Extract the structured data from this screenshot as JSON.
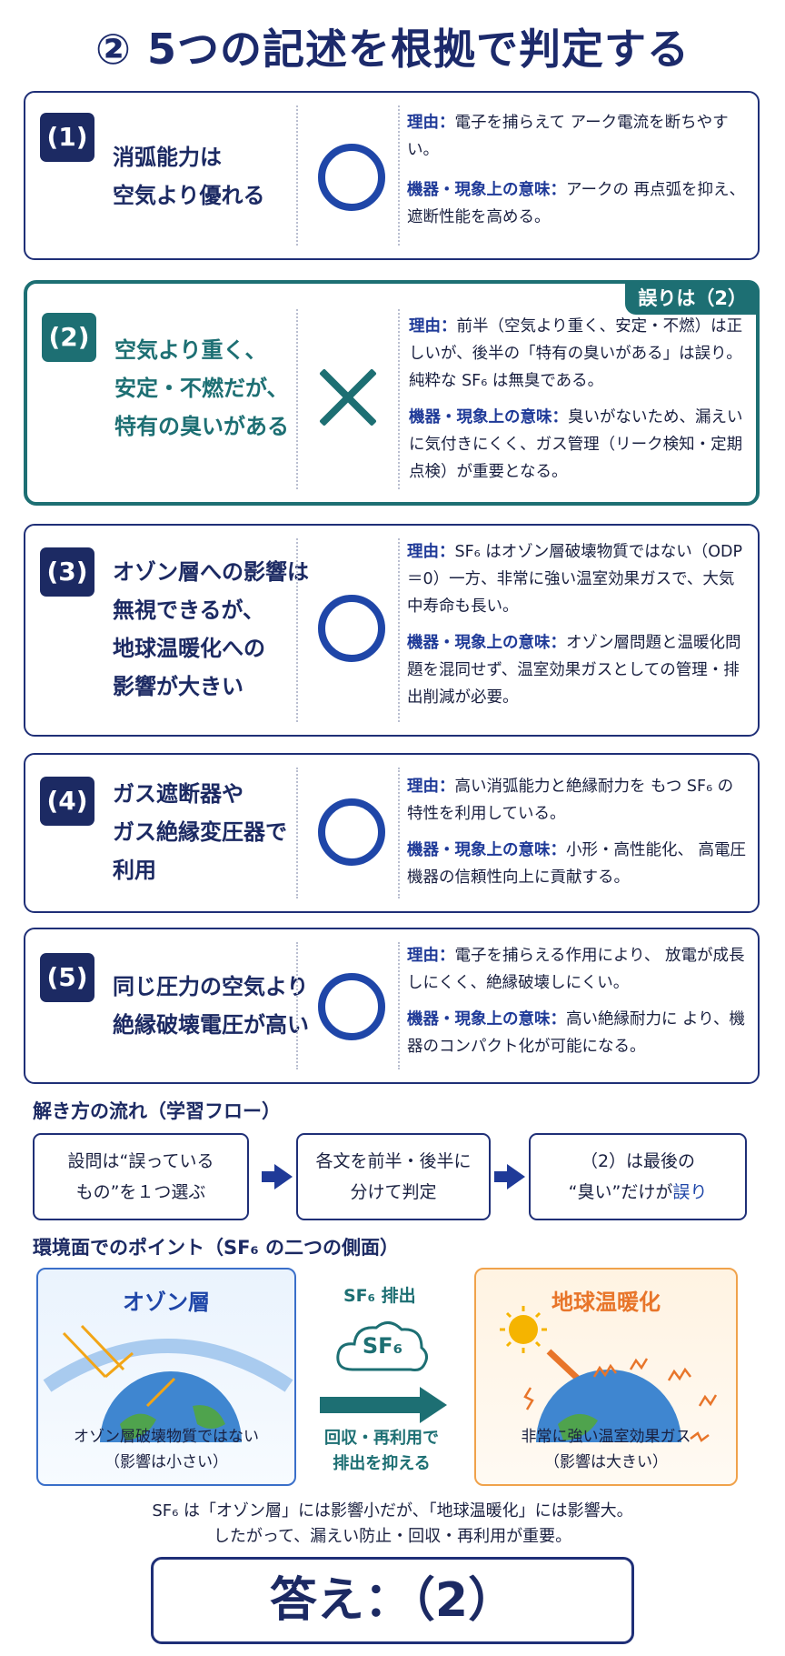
{
  "title": "② 5つの記述を根拠で判定する",
  "labels": {
    "reason": "理由：",
    "meaning": "機器・現象上の意味："
  },
  "wrong_tag": "誤りは（2）",
  "items": [
    {
      "num": "(1)",
      "stmt": [
        "消弧能力は",
        "空気より優れる"
      ],
      "mark": "○",
      "reason": "電子を捕らえて アーク電流を断ちやすい。",
      "meaning": "アークの 再点弧を抑え、遮断性能を高める。"
    },
    {
      "num": "(2)",
      "stmt": [
        "空気より重く、",
        "安定・不燃だが、",
        "特有の臭いがある"
      ],
      "mark": "×",
      "reason": "前半（空気より重く、安定・不燃）は正しいが、後半の「特有の臭いがある」は誤り。純粋な SF₆ は無臭である。",
      "meaning": "臭いがないため、漏えいに気付きにくく、ガス管理（リーク検知・定期点検）が重要となる。"
    },
    {
      "num": "(3)",
      "stmt": [
        "オゾン層への影響は",
        "無視できるが、",
        "地球温暖化への",
        "影響が大きい"
      ],
      "mark": "○",
      "reason": "SF₆ はオゾン層破壊物質ではない（ODP＝0）一方、非常に強い温室効果ガスで、大気中寿命も長い。",
      "meaning": "オゾン層問題と温暖化問題を混同せず、温室効果ガスとしての管理・排出削減が必要。"
    },
    {
      "num": "(4)",
      "stmt": [
        "ガス遮断器や",
        "ガス絶縁変圧器で",
        "利用"
      ],
      "mark": "○",
      "reason": "高い消弧能力と絶縁耐力を もつ SF₆ の特性を利用している。",
      "meaning": "小形・高性能化、 高電圧機器の信頼性向上に貢献する。"
    },
    {
      "num": "(5)",
      "stmt": [
        "同じ圧力の空気より",
        "絶縁破壊電圧が高い"
      ],
      "mark": "○",
      "reason": "電子を捕らえる作用により、 放電が成長しにくく、絶縁破壊しにくい。",
      "meaning": "高い絶縁耐力に より、機器のコンパクト化が可能になる。"
    }
  ],
  "flow": {
    "heading": "解き方の流れ（学習フロー）",
    "step1": [
      "設問は“誤っている",
      "もの”を１つ選ぶ"
    ],
    "step2": [
      "各文を前半・後半に",
      "分けて判定"
    ],
    "step3_line1": "（2）は最後の",
    "step3_line2a": "“臭い”だけが",
    "step3_line2b": "誤り"
  },
  "env": {
    "heading": "環境面でのポイント（SF₆ の二つの側面）",
    "ozone_title": "オゾン層",
    "ozone_caption": [
      "オゾン層破壊物質ではない",
      "（影響は小さい）"
    ],
    "emission_label": "SF₆ 排出",
    "cloud_label": "SF₆",
    "recover_label": [
      "回収・再利用で",
      "排出を抑える"
    ],
    "warming_title": "地球温暖化",
    "warming_caption": [
      "非常に強い温室効果ガス",
      "（影響は大きい）"
    ]
  },
  "summary": [
    "SF₆ は「オゾン層」には影響小だが、「地球温暖化」には影響大。",
    "したがって、漏えい防止・回収・再利用が重要。"
  ],
  "answer": "答え：（2）",
  "colors": {
    "navy": "#1c2a63",
    "teal": "#1d6f73",
    "circle_blue": "#1f46a8",
    "orange": "#e8752a"
  }
}
